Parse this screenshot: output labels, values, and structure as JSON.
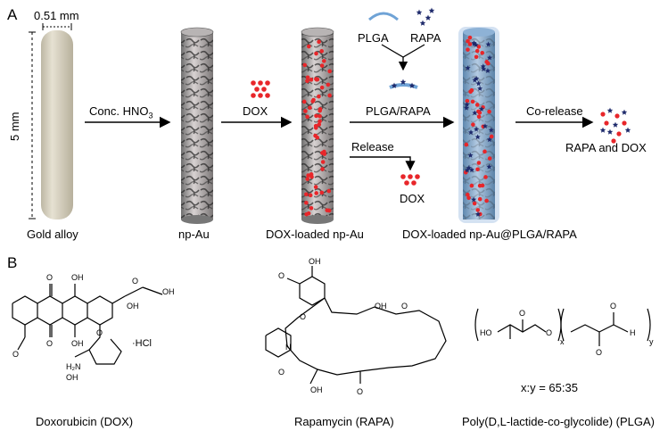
{
  "panels": {
    "a": "A",
    "b": "B"
  },
  "dimensions": {
    "width_label": "0.51 mm",
    "height_label": "5 mm"
  },
  "steps": {
    "conc_hno3_main": "Conc. HNO",
    "conc_hno3_sub": "3",
    "dox": "DOX",
    "plga": "PLGA",
    "rapa": "RAPA",
    "plga_rapa": "PLGA/RAPA",
    "release": "Release",
    "release_product": "DOX",
    "co_release": "Co-release",
    "co_release_product": "RAPA and DOX"
  },
  "stages": [
    {
      "label": "Gold alloy"
    },
    {
      "label": "np-Au"
    },
    {
      "label": "DOX-loaded np-Au"
    },
    {
      "label": "DOX-loaded np-Au@PLGA/RAPA"
    }
  ],
  "molecules": {
    "dox_name": "Doxorubicin (DOX)",
    "rapa_name": "Rapamycin (RAPA)",
    "plga_name": "Poly(D,L-lactide-co-glycolide) (PLGA)",
    "plga_ratio": "x:y = 65:35",
    "hcl": "·HCl"
  },
  "colors": {
    "dox_red": "#e8262a",
    "rapa_navy": "#1e2a6b",
    "plga_blue": "#6fa3d6",
    "gold_alloy": "#d8d2c0"
  }
}
